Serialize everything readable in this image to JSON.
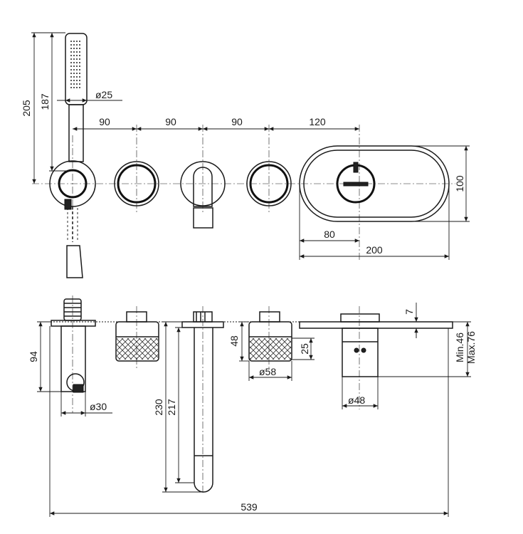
{
  "dimensions": {
    "handshower_total_height": "205",
    "handshower_head_height": "187",
    "handshower_diameter": "ø25",
    "spacing_1": "90",
    "spacing_2": "90",
    "spacing_3": "90",
    "spacing_4": "120",
    "plate_height": "100",
    "plate_offset": "80",
    "plate_width": "200",
    "holder_height": "94",
    "holder_diameter": "ø30",
    "handle_height": "48",
    "handle_grip": "25",
    "handle_diameter": "ø58",
    "spout_depth_230": "230",
    "spout_depth_217": "217",
    "plate_thickness": "7",
    "install_min": "Min.46",
    "install_max": "Max.76",
    "mixer_diameter": "ø48",
    "overall_width": "539"
  },
  "colors": {
    "line": "#1a1a1a",
    "background": "#ffffff"
  }
}
